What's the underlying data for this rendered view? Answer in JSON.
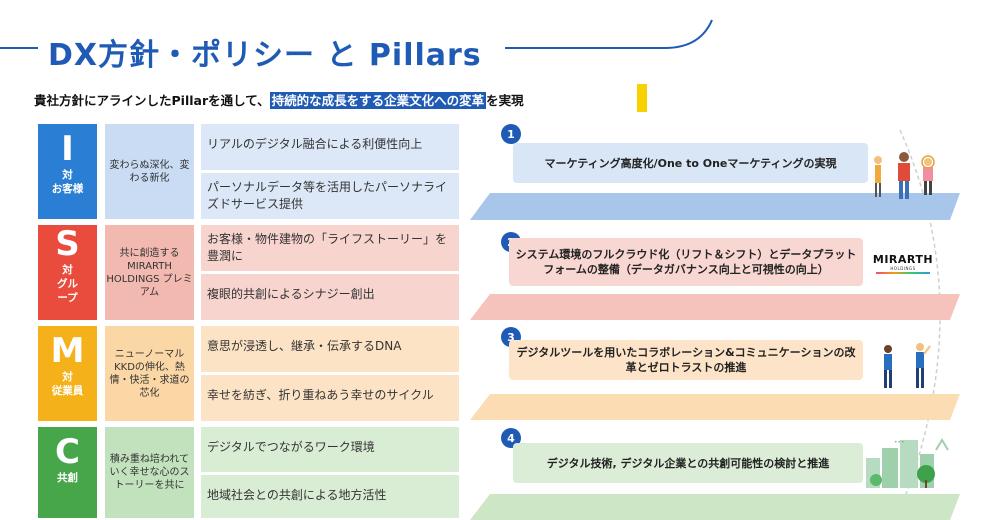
{
  "title": "DX方針・ポリシー と Pillars",
  "subtitle": {
    "prefix": "貴社方針にアラインしたPillarを通して、",
    "highlight": "持続的な成長をする企業文化への変革",
    "suffix": "を実現"
  },
  "colors": {
    "brand_blue": "#1f5bb5",
    "I": "#2a7fd4",
    "S": "#e94b3c",
    "M": "#f5b11a",
    "C": "#47a64a",
    "highlight_yellow": "#f7d200"
  },
  "pillars": [
    {
      "letter": "I",
      "sub": [
        "対",
        "お客様"
      ],
      "desc": "変わらぬ深化、変わる新化",
      "items": [
        "リアルのデジタル融合による利便性向上",
        "パーソナルデータ等を活用したパーソナライズドサービス提供"
      ]
    },
    {
      "letter": "S",
      "sub": [
        "対",
        "グル",
        "ープ"
      ],
      "desc": "共に創造する MIRARTH HOLDINGS プレミアム",
      "items": [
        "お客様・物件建物の「ライフストーリー」を豊潤に",
        "複眼的共創によるシナジー創出"
      ]
    },
    {
      "letter": "M",
      "sub": [
        "対",
        "従業員"
      ],
      "desc": "ニューノーマル KKDの伸化、熱情・快活・求道の芯化",
      "items": [
        "意思が浸透し、継承・伝承するDNA",
        "幸せを紡ぎ、折り重ねあう幸せのサイクル"
      ]
    },
    {
      "letter": "C",
      "sub": [
        "共創"
      ],
      "desc": "積み重ね培われていく幸せな心のストーリーを共に",
      "items": [
        "デジタルでつながるワーク環境",
        "地域社会との共創による地方活性"
      ]
    }
  ],
  "initiatives": [
    {
      "num": "1",
      "text": "マーケティング高度化/One to Oneマーケティングの実現"
    },
    {
      "num": "2",
      "text": "システム環境のフルクラウド化（リフト＆シフト）とデータプラットフォームの整備（データガバナンス向上と可視性の向上）"
    },
    {
      "num": "3",
      "text": "デジタルツールを用いたコラボレーション&コミュニケーションの改革とゼロトラストの推進"
    },
    {
      "num": "4",
      "text": "デジタル技術, デジタル企業との共創可能性の検討と推進"
    }
  ],
  "logo": {
    "main": "MIRARTH",
    "sub": "HOLDINGS"
  },
  "icons": [
    "people-icon",
    "logo-icon",
    "workers-icon",
    "city-icon"
  ]
}
